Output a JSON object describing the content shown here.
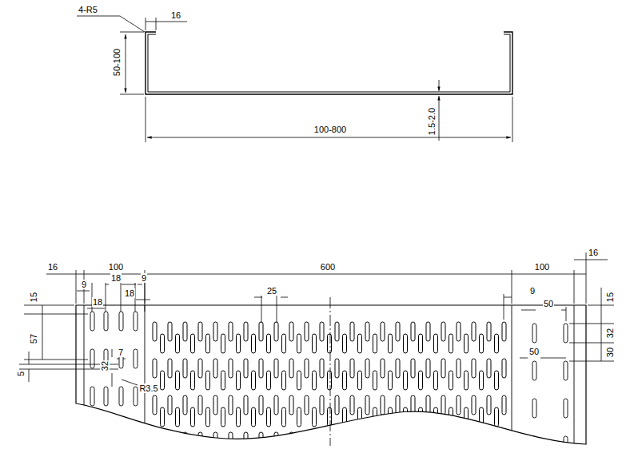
{
  "diagram": {
    "labels": [
      "4-R5",
      "16",
      "50-100",
      "100-800",
      "1.5-2.0",
      "16",
      "100",
      "600",
      "100",
      "16",
      "15",
      "9",
      "18",
      "9",
      "18",
      "18",
      "25",
      "9",
      "50",
      "15",
      "57",
      "7",
      "32",
      "R3.5",
      "5",
      "32",
      "30",
      "50"
    ]
  }
}
